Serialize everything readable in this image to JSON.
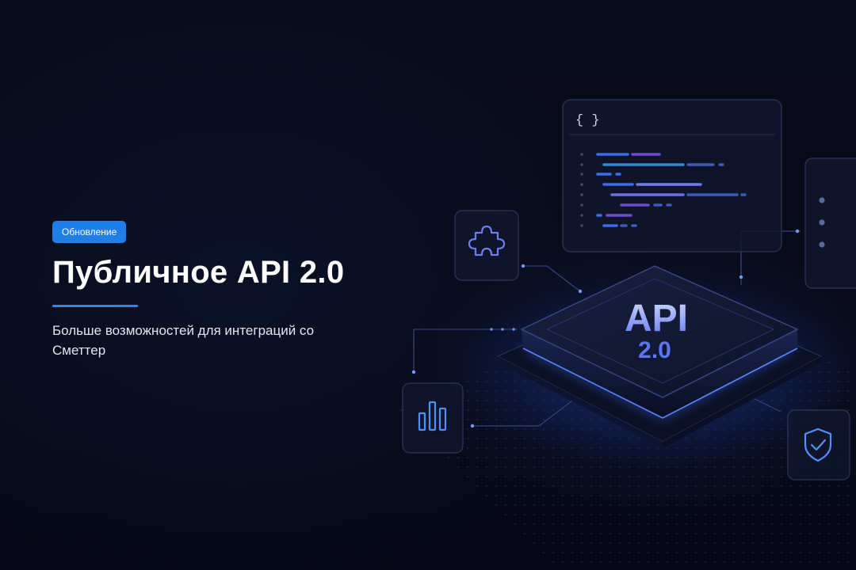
{
  "hero": {
    "badge": "Обновление",
    "title": "Публичное API 2.0",
    "subtitle": "Больше возможностей для интеграций со Сметтер"
  },
  "illustration": {
    "code_card_glyph": "{ }",
    "platform_title": "API",
    "platform_version": "2.0",
    "icons": [
      "puzzle-icon",
      "bar-chart-icon",
      "shield-check-icon",
      "list-icon"
    ]
  },
  "colors": {
    "background": "#070a17",
    "accent": "#2a86f0",
    "badge": "#1f7fe8",
    "glow": "#3d6cff",
    "api_text_start": "#c9d6ff",
    "api_text_end": "#5b74f0"
  }
}
